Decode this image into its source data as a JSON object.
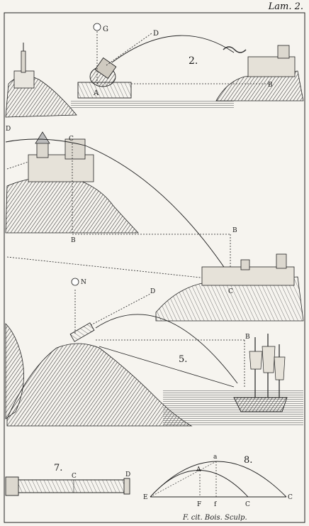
{
  "plate": {
    "title": "Lam. 2.",
    "engraver": "F. cit. Bois. Sculp."
  },
  "figures": {
    "fig2": {
      "number": "2.",
      "labels": {
        "g": "G",
        "d": "D",
        "a": "A",
        "b": "B"
      }
    },
    "fig3": {
      "labels": {
        "d": "D",
        "c": "C",
        "b": "B"
      }
    },
    "fig4": {
      "labels": {
        "b": "B",
        "c": "C"
      }
    },
    "fig5": {
      "number": "5.",
      "labels": {
        "n": "N",
        "d": "D",
        "b": "B"
      }
    },
    "fig7": {
      "number": "7.",
      "labels": {
        "c": "C",
        "d": "D"
      }
    },
    "fig8": {
      "number": "8.",
      "labels": {
        "a_upper": "a",
        "a": "A",
        "e": "E",
        "f": "F",
        "f_lower": "f",
        "c_inner": "C",
        "c": "C"
      }
    }
  }
}
